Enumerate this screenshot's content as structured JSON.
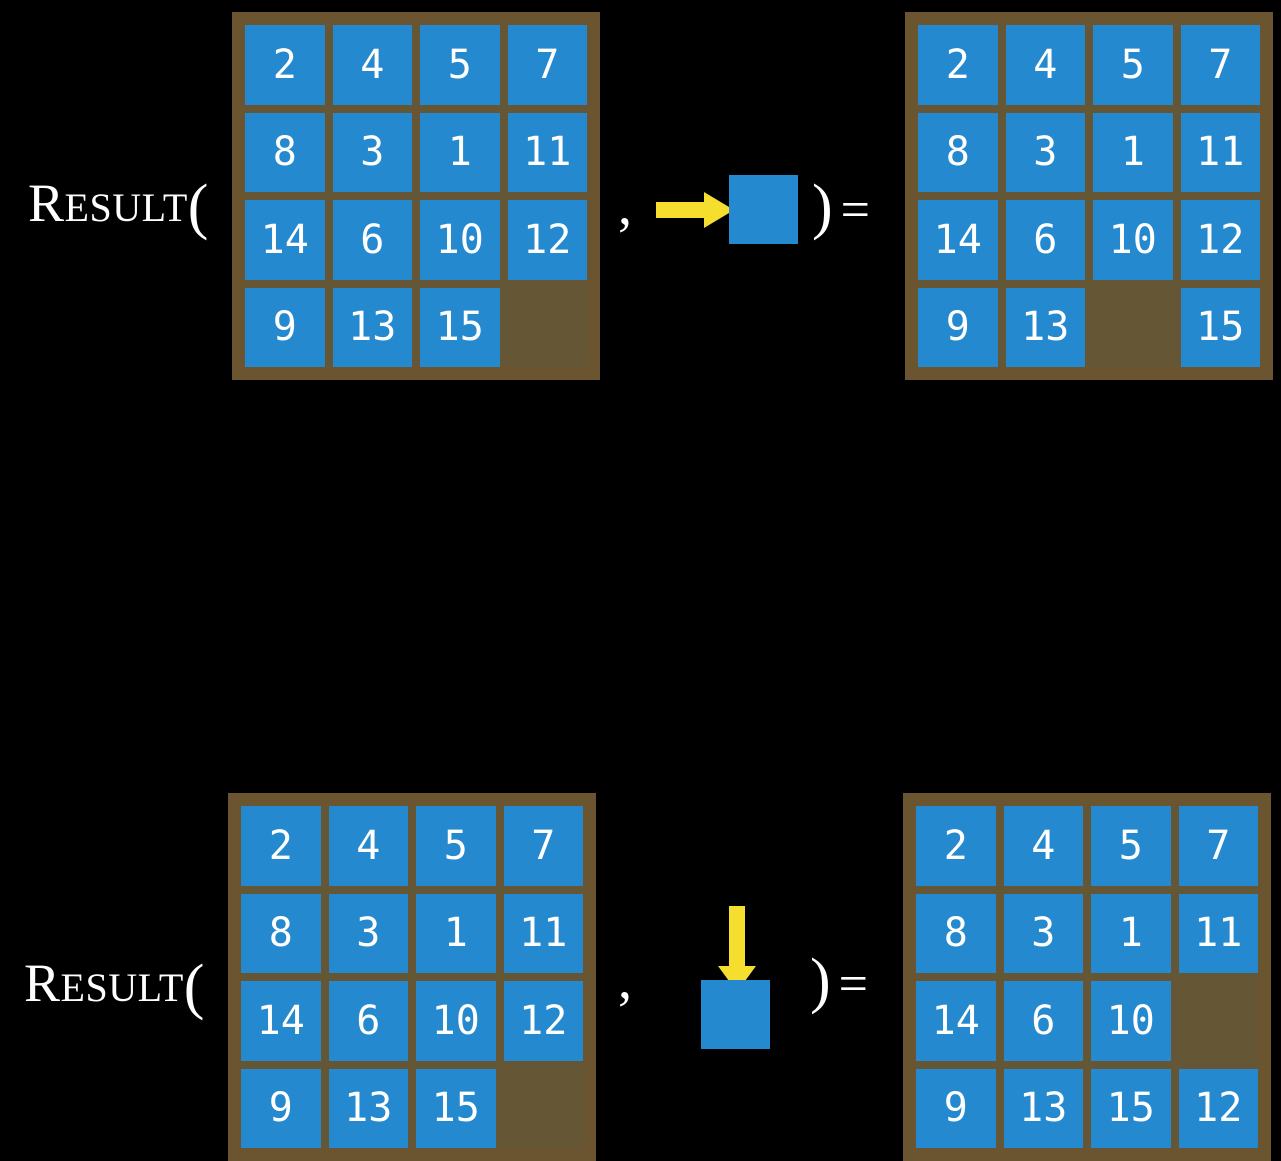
{
  "figure": {
    "background_color": "#000000",
    "tile_color": "#2489ce",
    "board_color": "#6b5430",
    "empty_cell_color": "#655736",
    "arrow_color": "#f5de2e",
    "text_color": "#ffffff"
  },
  "labels": {
    "function_name_initial": "R",
    "function_name_rest": "ESULT",
    "open_paren": "(",
    "comma": ",",
    "close_paren": ")",
    "equals": "="
  },
  "rows": [
    {
      "id": "row-0",
      "operator": {
        "icon": "arrow-right-icon",
        "direction": "right",
        "description": "slide tile right into blank"
      },
      "input_board": {
        "label": "input-board",
        "grid": [
          [
            "2",
            "4",
            "5",
            "7"
          ],
          [
            "8",
            "3",
            "1",
            "11"
          ],
          [
            "14",
            "6",
            "10",
            "12"
          ],
          [
            "9",
            "13",
            "15",
            ""
          ]
        ],
        "blank_position": [
          3,
          3
        ]
      },
      "output_board": {
        "label": "output-board",
        "grid": [
          [
            "2",
            "4",
            "5",
            "7"
          ],
          [
            "8",
            "3",
            "1",
            "11"
          ],
          [
            "14",
            "6",
            "10",
            "12"
          ],
          [
            "9",
            "13",
            "",
            "15"
          ]
        ],
        "blank_position": [
          3,
          2
        ]
      }
    },
    {
      "id": "row-1",
      "operator": {
        "icon": "arrow-down-icon",
        "direction": "down",
        "description": "slide tile down into blank"
      },
      "input_board": {
        "label": "input-board",
        "grid": [
          [
            "2",
            "4",
            "5",
            "7"
          ],
          [
            "8",
            "3",
            "1",
            "11"
          ],
          [
            "14",
            "6",
            "10",
            "12"
          ],
          [
            "9",
            "13",
            "15",
            ""
          ]
        ],
        "blank_position": [
          3,
          3
        ]
      },
      "output_board": {
        "label": "output-board",
        "grid": [
          [
            "2",
            "4",
            "5",
            "7"
          ],
          [
            "8",
            "3",
            "1",
            "11"
          ],
          [
            "14",
            "6",
            "10",
            ""
          ],
          [
            "9",
            "13",
            "15",
            "12"
          ]
        ],
        "blank_position": [
          2,
          3
        ]
      }
    }
  ]
}
